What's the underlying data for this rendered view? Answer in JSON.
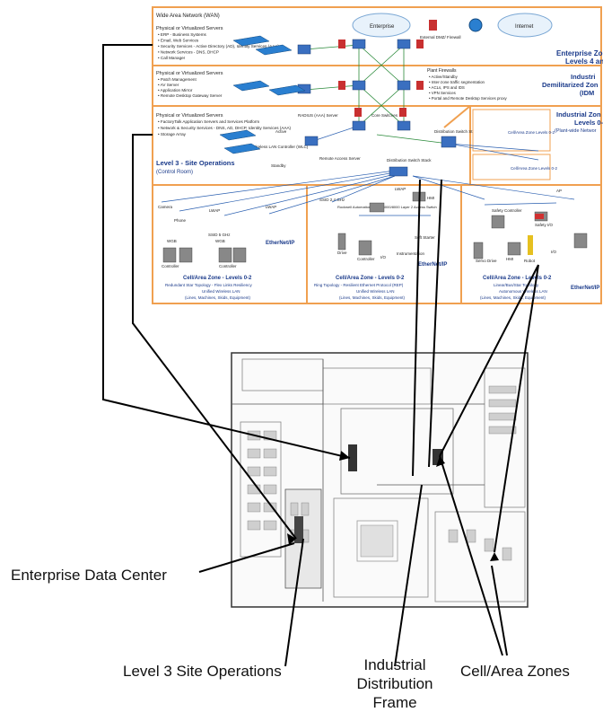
{
  "diagram": {
    "top_title": "Wide Area Network (WAN)",
    "enterprise_zone": {
      "title": "Enterprise Zone",
      "subtitle": "Levels 4 and",
      "servers_heading": "Physical or Virtualized Servers",
      "items": [
        "ERP - Business Systems",
        "Email, Web Services",
        "Security Services - Active Directory (AD), Identity Services (AAA)",
        "Network Services - DNS, DHCP",
        "Call Manager"
      ],
      "cloud_enterprise": "Enterprise",
      "cloud_internet": "Internet",
      "firewall_label": "External DMZ/ Firewall"
    },
    "dmz": {
      "title": "Industri",
      "subtitle": "Demilitarized Zon",
      "subtitle2": "(IDM",
      "servers_heading": "Physical or Virtualized Servers",
      "items": [
        "Patch Management",
        "AV Server",
        "Application Mirror",
        "Remote Desktop Gateway Server"
      ],
      "firewall_heading": "Plant Firewalls",
      "firewall_items": [
        "Active/Standby",
        "Inter-zone traffic segmentation",
        "ACLs, IPS and IDS",
        "VPN Services",
        "Portal and Remote Desktop Services proxy"
      ]
    },
    "industrial_zone": {
      "title": "Industrial Zon",
      "subtitle": "Levels 0-",
      "subtitle2": "(Plant-wide Networ"
    },
    "level3": {
      "title": "Level 3 - Site Operations",
      "subtitle": "(Control Room)",
      "servers_heading": "Physical or Virtualized Servers",
      "items": [
        "FactoryTalk Application Servers and Services Platform",
        "Network & Security Services - DNS, AD, DHCP, Identity Services (AAA)",
        "Storage Array"
      ],
      "radius": "RADIUS (AAA) Server",
      "wlc": "Wireless LAN Controller (WLC)",
      "active": "Active",
      "standby": "Standby",
      "core": "Core Switches",
      "remote_access": "Remote Access Server",
      "dist1": "Distribution Switch Stack",
      "dist2": "Distribution Switch Stack"
    },
    "cells": [
      {
        "title": "Cell/Area Zone - Levels 0-2",
        "line1": "Redundant Star Topology - Flex Links Resiliency",
        "line2": "Unified Wireless LAN",
        "line3": "(Lines, Machines, Skids, Equipment)",
        "ethernet": "EtherNet/IP"
      },
      {
        "title": "Cell/Area Zone - Levels 0-2",
        "line1": "Ring Topology - Resilient Ethernet Protocol (REP)",
        "line2": "Unified Wireless LAN",
        "line3": "(Lines, Machines, Skids, Equipment)",
        "ethernet": "EtherNet/IP"
      },
      {
        "title": "Cell/Area Zone - Levels 0-2",
        "line1": "Linear/Bus/Star Topology",
        "line2": "Autonomous Wireless LAN",
        "line3": "(Lines, Machines, Skids, Equipment)",
        "ethernet": "EtherNet/IP"
      }
    ],
    "mini_zones": [
      "Cell/Area Zone Levels 0-2",
      "Cell/Area Zone Levels 0-2"
    ],
    "devices": {
      "camera": "Camera",
      "phone": "Phone",
      "lwap": "LWAP",
      "ssid_5": "SSID 5 GHz",
      "wgb": "WGB",
      "controller": "Controller",
      "ssid_24": "SSID 2.4 GHz",
      "rockwell": "Rockwell Automation Stratix 5000/8000 Layer 2 Access Switch",
      "hmi": "HMI",
      "drive": "Drive",
      "io": "I/O",
      "instrumentation": "Instrumentation",
      "soft_starter": "Soft Starter",
      "safety_controller": "Safety Controller",
      "safety_io": "Safety I/O",
      "servo_drive": "Servo Drive",
      "robot": "Robot",
      "ap": "AP"
    }
  },
  "callouts": {
    "enterprise_dc": "Enterprise Data Center",
    "level3_ops": "Level 3 Site Operations",
    "idf_line1": "Industrial",
    "idf_line2": "Distribution",
    "idf_line3": "Frame",
    "cell_zones": "Cell/Area Zones"
  }
}
